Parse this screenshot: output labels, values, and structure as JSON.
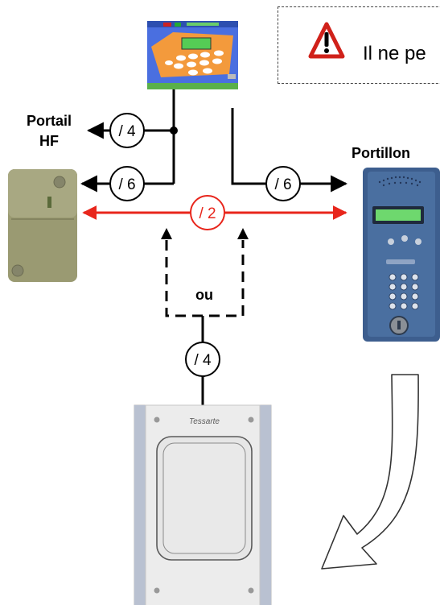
{
  "warning": {
    "text": "Il ne pe",
    "icon": "warning-triangle-icon"
  },
  "devices": {
    "controller": {
      "icon": "controller-board-icon"
    },
    "portail": {
      "label_line1": "Portail",
      "label_line2": "HF",
      "icon": "hf-receiver-icon"
    },
    "portillon": {
      "label": "Portillon",
      "icon": "intercom-keypad-icon"
    },
    "reader": {
      "icon": "card-reader-icon",
      "brand": "Tessarte"
    }
  },
  "links": {
    "portail_top": "/ 4",
    "portail_bottom": "/ 6",
    "portillon": "/ 6",
    "bus": "/ 2",
    "reader": "/ 4",
    "or_label": "ou"
  },
  "colors": {
    "red_bus": "#e8261c",
    "black": "#000000",
    "board_orange": "#f39a3c",
    "board_blue": "#4a6fe0",
    "panel_blue": "#3d5e8e",
    "receiver_olive": "#9a9a72",
    "warning_red": "#d0211a"
  }
}
